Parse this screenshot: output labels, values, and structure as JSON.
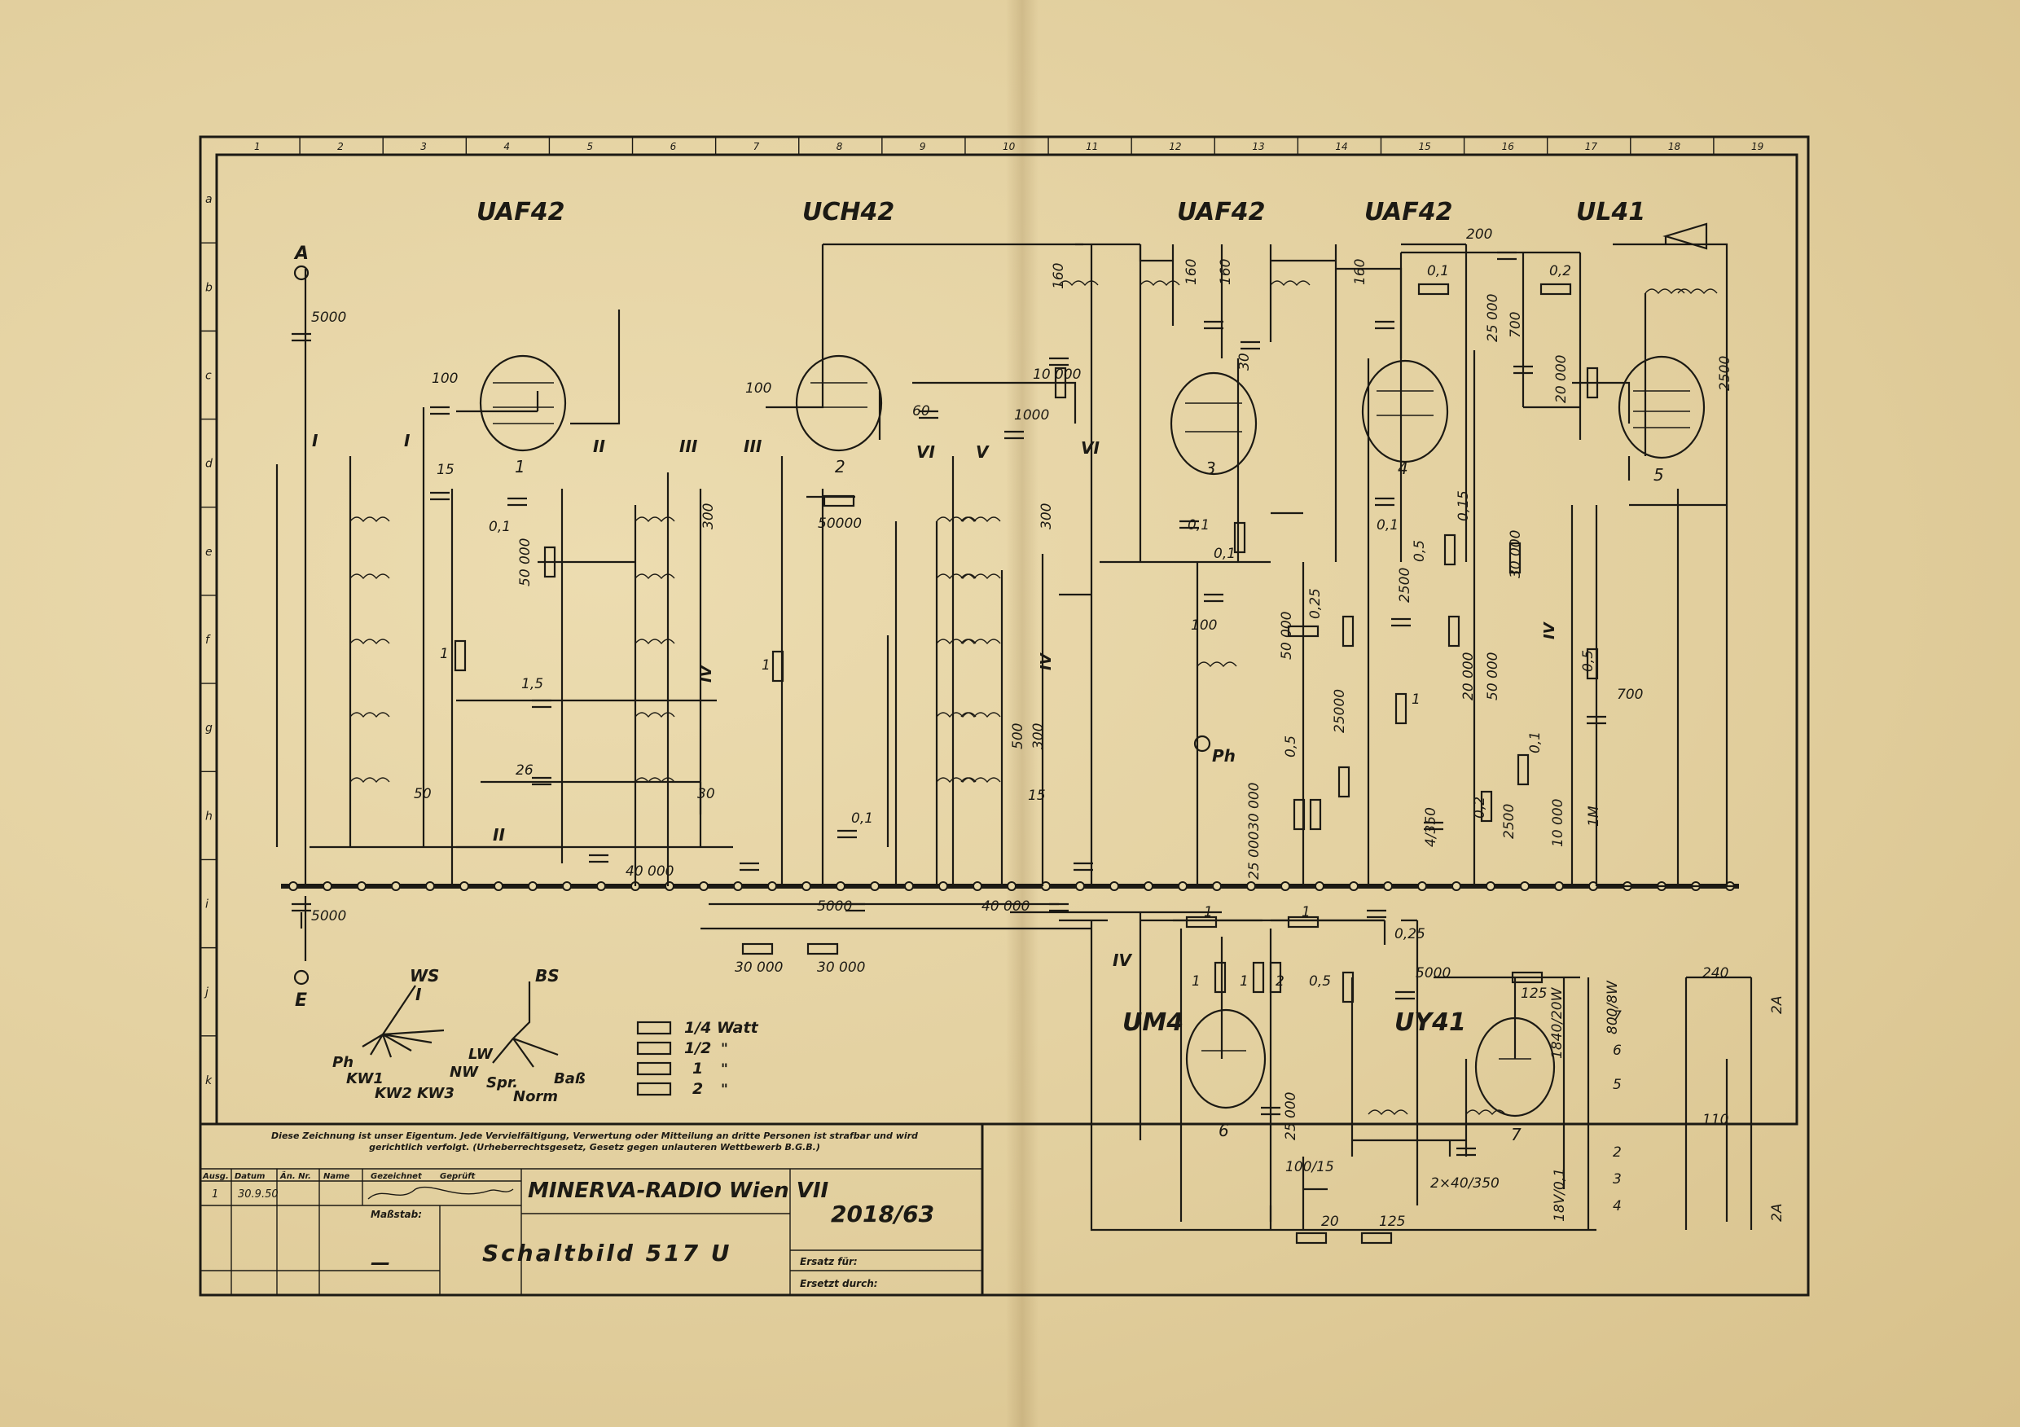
{
  "grid": {
    "columns": [
      "1",
      "2",
      "3",
      "4",
      "5",
      "6",
      "7",
      "8",
      "9",
      "10",
      "11",
      "12",
      "13",
      "14",
      "15",
      "16",
      "17",
      "18",
      "19"
    ],
    "rows": [
      "a",
      "b",
      "c",
      "d",
      "e",
      "f",
      "g",
      "h",
      "i",
      "j",
      "k"
    ]
  },
  "tubes": [
    {
      "type": "UAF42",
      "pin": "1"
    },
    {
      "type": "UCH42",
      "pin": "2"
    },
    {
      "type": "UAF42",
      "pin": "3"
    },
    {
      "type": "UAF42",
      "pin": "4"
    },
    {
      "type": "UL41",
      "pin": "5"
    },
    {
      "type": "UM4",
      "pin": "6"
    },
    {
      "type": "UY41",
      "pin": "7"
    }
  ],
  "terminals": {
    "antenna": "A",
    "earth": "E",
    "pickup": "Ph"
  },
  "switch_labels": {
    "s1": "I",
    "s2": "I",
    "s3": "II",
    "s4": "III",
    "s5": "III",
    "s6": "VI",
    "s7": "V",
    "s8": "VI",
    "s9": "II",
    "s10": "IV",
    "s11": "IV",
    "s12": "IV",
    "s13": "IV"
  },
  "values": {
    "c_ant": "5000",
    "c_ant2": "5000",
    "c_grid1": "100",
    "c_grid2": "100",
    "c_15": "15",
    "c_01a": "0,1",
    "r_50000a": "50 000",
    "r_1a": "1",
    "c_1_5": "1,5",
    "c_26": "26",
    "c_50": "50",
    "c_30": "30",
    "c_40000": "40 000",
    "c_300a": "300",
    "r_1b": "1",
    "c_60": "60",
    "r_50000b": "50000",
    "c_01b": "0,1",
    "c_5000b": "5000",
    "c_40000b": "40 000",
    "r_30000a": "30 000",
    "r_30000b": "30 000",
    "c_1000": "1000",
    "r_10000": "10 000",
    "c_300b": "300",
    "c_500": "500",
    "c_300c": "300",
    "c_15b": "15",
    "c_160a": "160",
    "c_160b": "160",
    "c_160c": "160",
    "c_160d": "160",
    "c_30b": "30",
    "c_01c": "0,1",
    "r_01": "0,1",
    "c_100c": "100",
    "r_50000c": "50 000",
    "r_025a": "0,25",
    "r_025b": "25000",
    "r_05a": "0,5",
    "r_30000c": "30 000",
    "r_25000": "25 000",
    "r_1c": "1",
    "c_01d": "0,1",
    "r_05b": "0,5",
    "r_015": "0,15",
    "c_2500": "2500",
    "r_20000a": "20 000",
    "c_4_350": "4/350",
    "r_02": "0,2",
    "c_2500b": "2500",
    "r_30000d": "30 000",
    "r_50000d": "50 000",
    "r_01b": "0,1",
    "c_10000": "10 000",
    "c_200": "200",
    "r_01c": "0,1",
    "r_02b": "0,2",
    "c_25000": "25 000",
    "c_700": "700",
    "r_20000b": "20 000",
    "c_2500c": "2500",
    "r_05c": "0,5",
    "c_700b": "700",
    "r_1M": "1M",
    "r_1d": "1",
    "r_1e": "1",
    "c_025": "0,25",
    "r_1f": "1",
    "r_1g": "1",
    "r_2": "2",
    "r_05d": "0,5",
    "c_5000c": "5000",
    "r_125": "125",
    "r_1840": "1840/20W",
    "r_800": "800/8W",
    "c_25000b": "25 000",
    "c_100_15": "100/15",
    "c_2x40": "2×40/350",
    "r_20": "20",
    "r_125b": "125",
    "fuse1": "2A",
    "fuse2": "2A",
    "v240": "240",
    "v110": "110",
    "v18": "18V/0,1",
    "taps": [
      "7",
      "6",
      "5",
      "2",
      "3",
      "4"
    ]
  },
  "selector": {
    "ws": "WS",
    "i": "I",
    "ph": "Ph",
    "kw1": "KW1",
    "kw2": "KW2",
    "kw3": "KW3",
    "nw": "NW",
    "lw": "LW",
    "bs": "BS",
    "spr": "Spr.",
    "norm": "Norm",
    "bass": "Baß"
  },
  "legend": [
    {
      "w": "1/4 Watt"
    },
    {
      "w": "1/2"
    },
    {
      "w": "1"
    },
    {
      "w": "2"
    }
  ],
  "ditto": "\"",
  "title_block": {
    "notice": "Diese Zeichnung ist unser Eigentum. Jede Vervielfältigung, Verwertung oder Mitteilung an dritte Personen ist strafbar und wird gerichtlich verfolgt. (Urheberrechtsgesetz, Gesetz gegen unlauteren Wettbewerb B.G.B.)",
    "h_ausg": "Ausg.",
    "h_datum": "Datum",
    "h_aend": "Än. Nr.",
    "h_name": "Name",
    "h_gez": "Gezeichnet",
    "h_gepr": "Geprüft",
    "row_ausg": "1",
    "row_datum": "30.9.50",
    "massstab_lbl": "Maßstab:",
    "massstab_val": "—",
    "company": "MINERVA-RADIO Wien VII",
    "title": "Schaltbild  517 U",
    "number": "2018/63",
    "ersatz_fuer": "Ersatz für:",
    "ersetzt_durch": "Ersetzt durch:"
  }
}
